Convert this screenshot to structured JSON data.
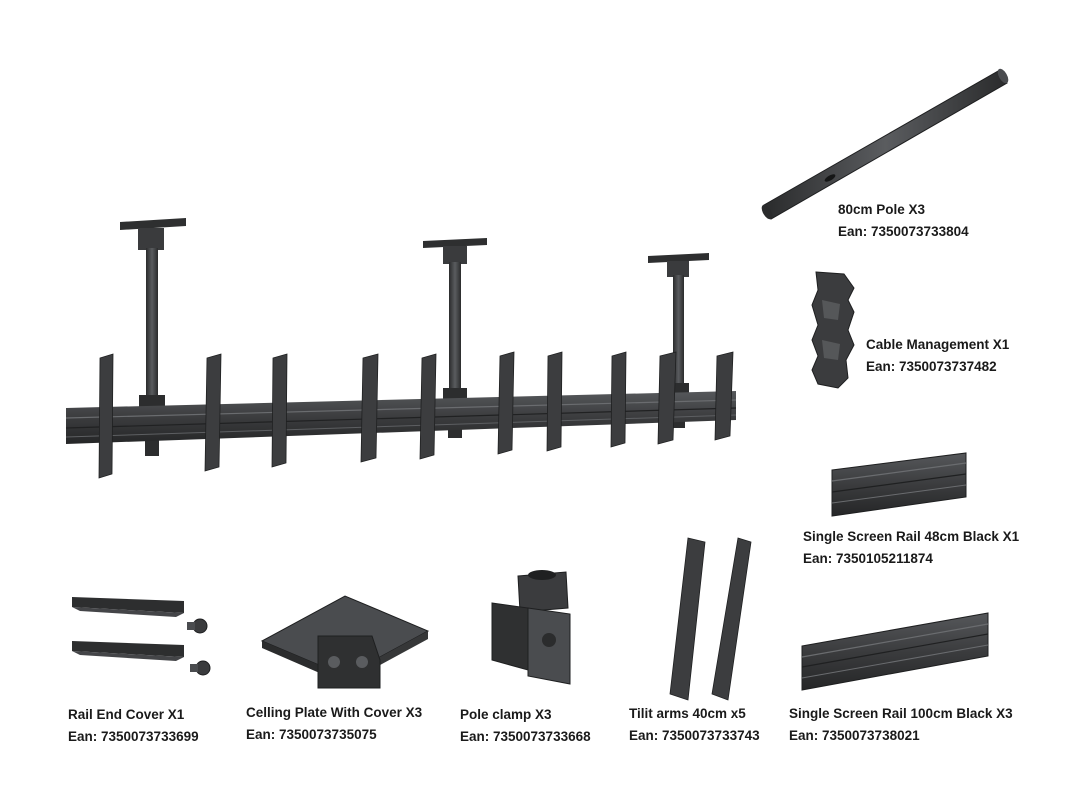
{
  "colors": {
    "metal": "#3a3b3d",
    "metal_dark": "#232425",
    "metal_light": "#5a5c5f",
    "text": "#1a1a1a"
  },
  "items": [
    {
      "name": "80cm Pole X3",
      "ean": "Ean: 7350073733804"
    },
    {
      "name": "Cable Management  X1",
      "ean": "Ean: 7350073737482"
    },
    {
      "name": "Single Screen Rail 48cm Black  X1",
      "ean": "Ean: 7350105211874"
    },
    {
      "name": "Rail End Cover X1",
      "ean": "Ean: 7350073733699"
    },
    {
      "name": "Celling Plate With Cover X3",
      "ean": "Ean: 7350073735075"
    },
    {
      "name": "Pole clamp X3",
      "ean": "Ean: 7350073733668"
    },
    {
      "name": "Tilit arms 40cm x5",
      "ean": "Ean: 7350073733743"
    },
    {
      "name": "Single Screen Rail 100cm Black X3",
      "ean": "Ean: 7350073738021"
    }
  ]
}
